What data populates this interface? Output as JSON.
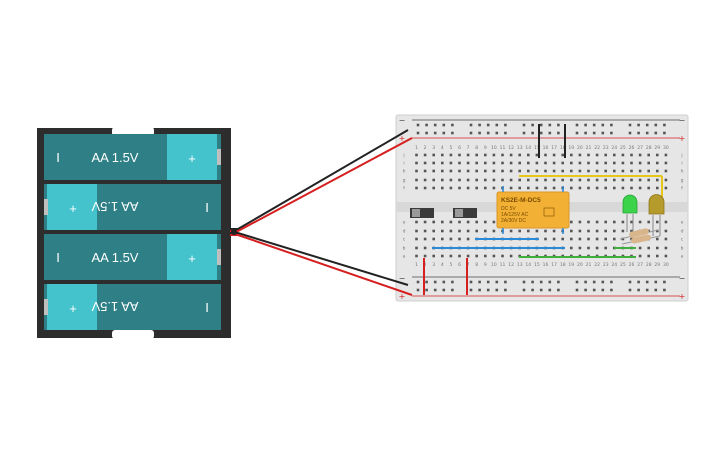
{
  "battery_pack": {
    "cells": [
      {
        "label": "AA 1.5V",
        "minus": "I",
        "plus": "+",
        "flipped": false
      },
      {
        "label": "AA 1.5V",
        "minus": "I",
        "plus": "+",
        "flipped": true
      },
      {
        "label": "AA 1.5V",
        "minus": "I",
        "plus": "+",
        "flipped": false
      },
      {
        "label": "AA 1.5V",
        "minus": "I",
        "plus": "+",
        "flipped": true
      }
    ]
  },
  "breadboard": {
    "columns": [
      "1",
      "2",
      "3",
      "4",
      "5",
      "6",
      "7",
      "8",
      "9",
      "10",
      "11",
      "12",
      "13",
      "14",
      "15",
      "16",
      "17",
      "18",
      "19",
      "20",
      "21",
      "22",
      "23",
      "24",
      "25",
      "26",
      "27",
      "28",
      "29",
      "30"
    ],
    "top_rows": [
      "j",
      "i",
      "h",
      "g",
      "f"
    ],
    "bottom_rows": [
      "e",
      "d",
      "c",
      "b",
      "a"
    ],
    "rail_minus": "−",
    "rail_plus": "+"
  },
  "relay": {
    "model": "KS2E-M-DC5",
    "lines": [
      "DC 5V",
      "1A/125V AC",
      "2A/30V DC"
    ]
  },
  "colors": {
    "cell_body": "#2e7f86",
    "cell_cap": "#45c3cc",
    "battery_frame": "#2d2d2d",
    "wire_red": "#d61f1f",
    "wire_black": "#222222",
    "relay": "#f2b134",
    "led_green": "#3ad34a",
    "led_yellow": "#b59a2c",
    "jumper_blue": "#2a8ad8",
    "jumper_green": "#3fae3f",
    "jumper_yellow": "#e6c619"
  }
}
